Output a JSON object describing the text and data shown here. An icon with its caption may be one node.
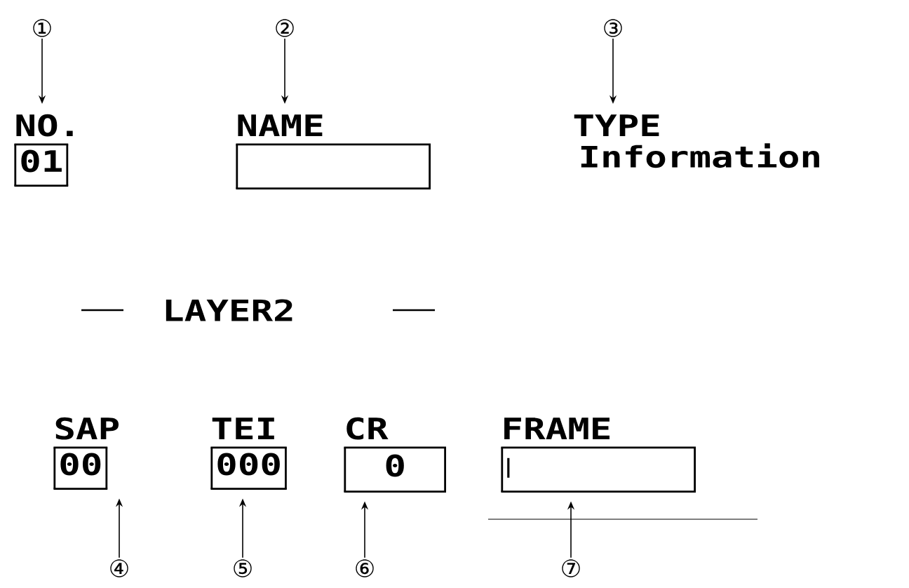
{
  "diagram": {
    "nodes": [
      {
        "text": [
          "①"
        ]
      },
      {
        "text": [
          "②"
        ]
      },
      {
        "text": [
          "③"
        ]
      },
      {
        "text": [
          "NO.",
          "01"
        ]
      },
      {
        "text": [
          "NAME"
        ]
      },
      {
        "text": [
          "TYPE",
          "Information"
        ]
      },
      {
        "text": [
          "SAP",
          "00"
        ]
      },
      {
        "text": [
          "TEI",
          "000"
        ]
      },
      {
        "text": [
          "CR",
          "0"
        ]
      },
      {
        "text": [
          "FRAME"
        ]
      },
      {
        "text": [
          "④"
        ]
      },
      {
        "text": [
          "⑤"
        ]
      },
      {
        "text": [
          "⑥"
        ]
      },
      {
        "text": [
          "⑦"
        ]
      }
    ],
    "edges": [
      {
        "from": 0,
        "to": 3,
        "arrow": "to"
      },
      {
        "from": 1,
        "to": 4,
        "arrow": "to"
      },
      {
        "from": 2,
        "to": 5,
        "arrow": "to"
      },
      {
        "from": 10,
        "to": 6,
        "arrow": "to"
      },
      {
        "from": 11,
        "to": 7,
        "arrow": "to"
      },
      {
        "from": 12,
        "to": 8,
        "arrow": "to"
      },
      {
        "from": 13,
        "to": 9,
        "arrow": "to"
      }
    ],
    "labels": [
      "LAYER2"
    ]
  }
}
